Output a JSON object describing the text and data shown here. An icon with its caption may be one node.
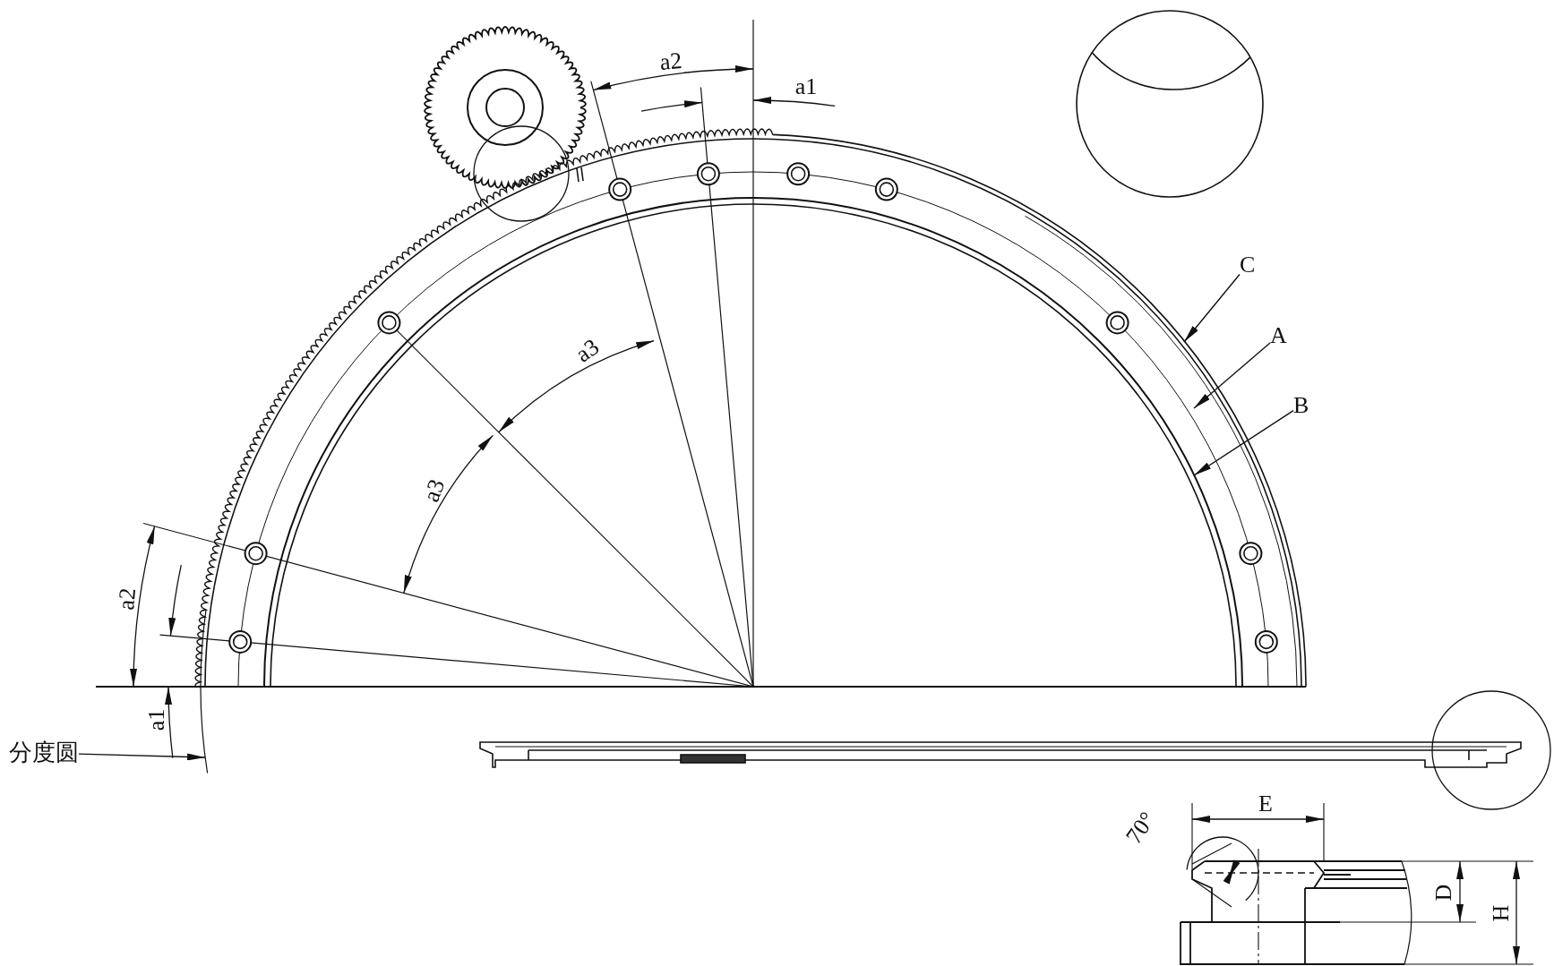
{
  "diagram": {
    "nodes": [
      {
        "text": [
          "C"
        ]
      },
      {
        "text": [
          "A"
        ]
      },
      {
        "text": [
          "B"
        ]
      },
      {
        "text": [
          "分度圆"
        ]
      }
    ],
    "edges": [
      {
        "from": 0,
        "to": null,
        "arrow": "to"
      },
      {
        "from": 1,
        "to": null,
        "arrow": "to"
      },
      {
        "from": 2,
        "to": null,
        "arrow": "to"
      },
      {
        "from": 3,
        "to": null,
        "arrow": "to"
      }
    ],
    "labels": [
      "a2",
      "a1",
      "a3",
      "a3",
      "a2",
      "a1",
      "70°",
      "E",
      "D",
      "H"
    ]
  }
}
